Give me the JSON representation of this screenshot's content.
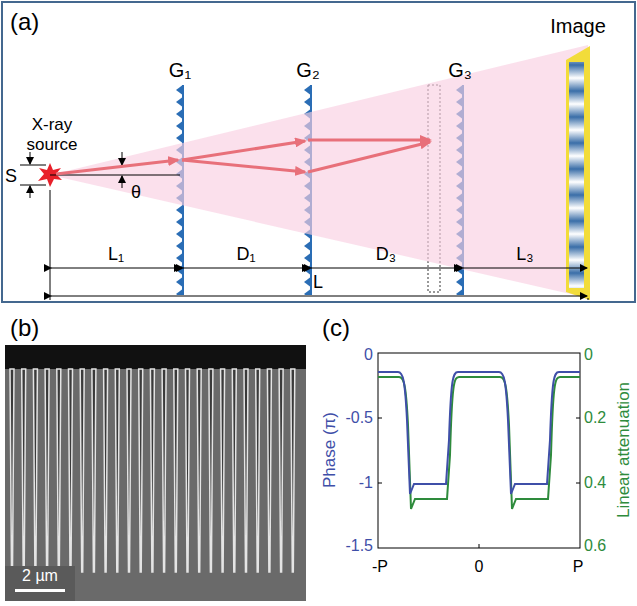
{
  "diagram": {
    "labels": [
      "(a)",
      "X-ray source",
      "S",
      "θ",
      "G₁",
      "G₂",
      "G₃",
      "Image",
      "L₁",
      "D₁",
      "D₃",
      "L₃",
      "L",
      "(b)",
      "2 µm",
      "(c)",
      "Phase (π)",
      "Linear attenuation",
      "0",
      "-0.5",
      "-1",
      "-1.5",
      "0",
      "0.2",
      "0.4",
      "0.6",
      "-P",
      "0",
      "P"
    ]
  }
}
